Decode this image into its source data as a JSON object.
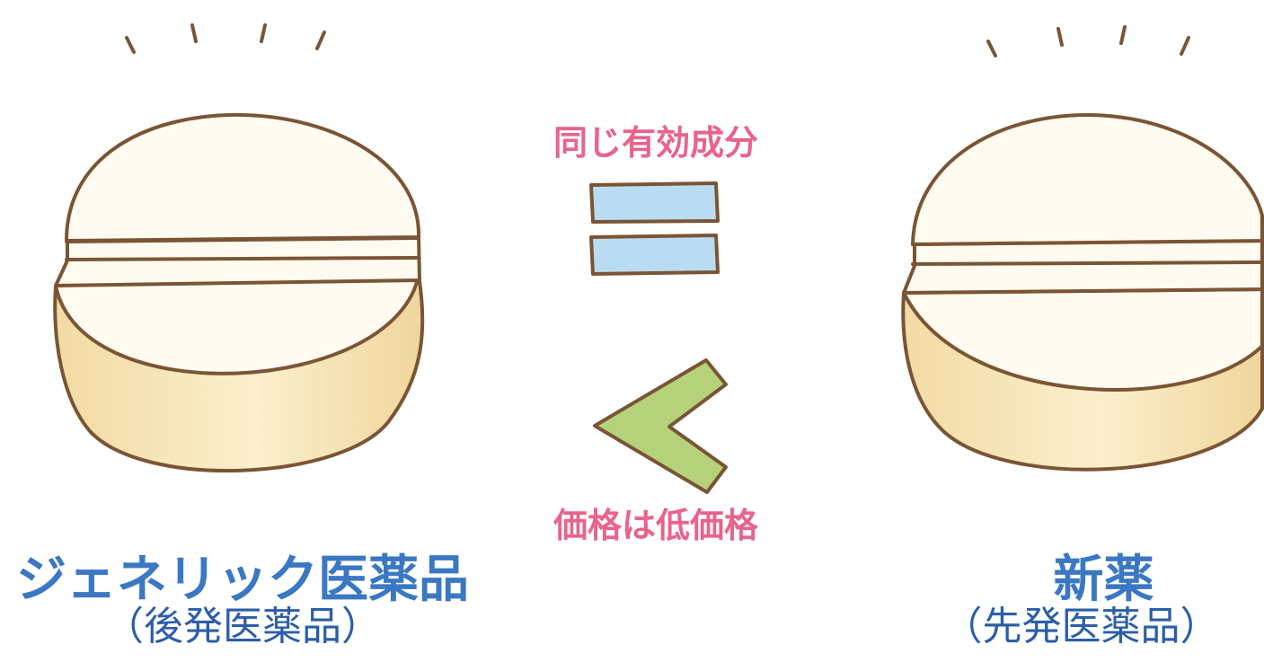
{
  "colors": {
    "accent_pink": "#e8648c",
    "title_blue": "#3b78c3",
    "sub_blue": "#2c5ea8",
    "outline_brown": "#7a5535",
    "equals_fill": "#b9dcf2",
    "less_than_fill": "#b5d27a",
    "pill_face": "#fffbf0",
    "pill_side": "#f6e4b4"
  },
  "labels": {
    "same_ingredient": "同じ有効成分",
    "price_low": "価格は低価格"
  },
  "generic": {
    "title": "ジェネリック医薬品",
    "subtitle": "（後発医薬品）"
  },
  "brand": {
    "title": "新薬",
    "subtitle": "（先発医薬品）"
  },
  "icons": {
    "left_pill": "pill-icon",
    "right_pill": "pill-icon",
    "equals": "equals-sign-icon",
    "comparison": "less-than-sign-icon",
    "sparkle": "sparkle-lines-icon"
  }
}
